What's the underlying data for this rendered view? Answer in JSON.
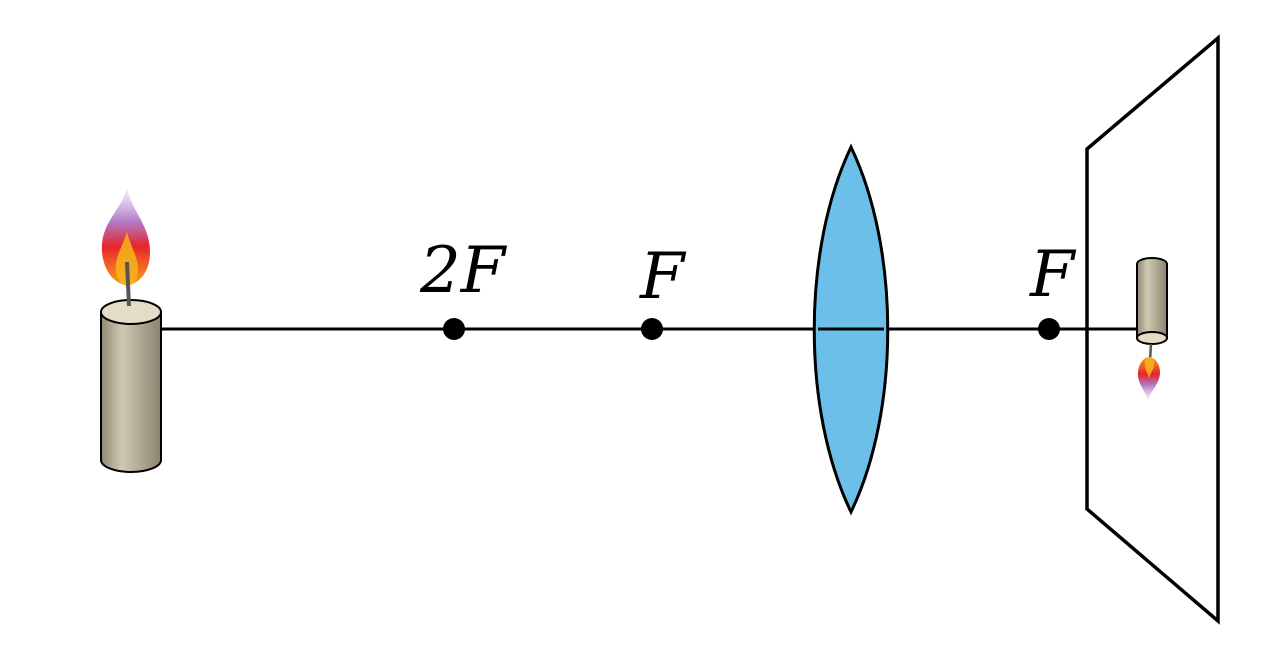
{
  "labels": {
    "two_f_left": "2F",
    "f_left": "F",
    "f_right": "F"
  },
  "colors": {
    "line": "#000000",
    "lens_fill": "#6bbfe8",
    "candle_body": "#a59d87",
    "candle_top": "#e3dcc6",
    "flame_outer": "#e8242b",
    "flame_inner": "#f7b51a",
    "flame_tip": "#a77ac0",
    "background": "#ffffff"
  },
  "icons": {
    "object": "candle-icon",
    "image": "inverted-candle-icon"
  }
}
